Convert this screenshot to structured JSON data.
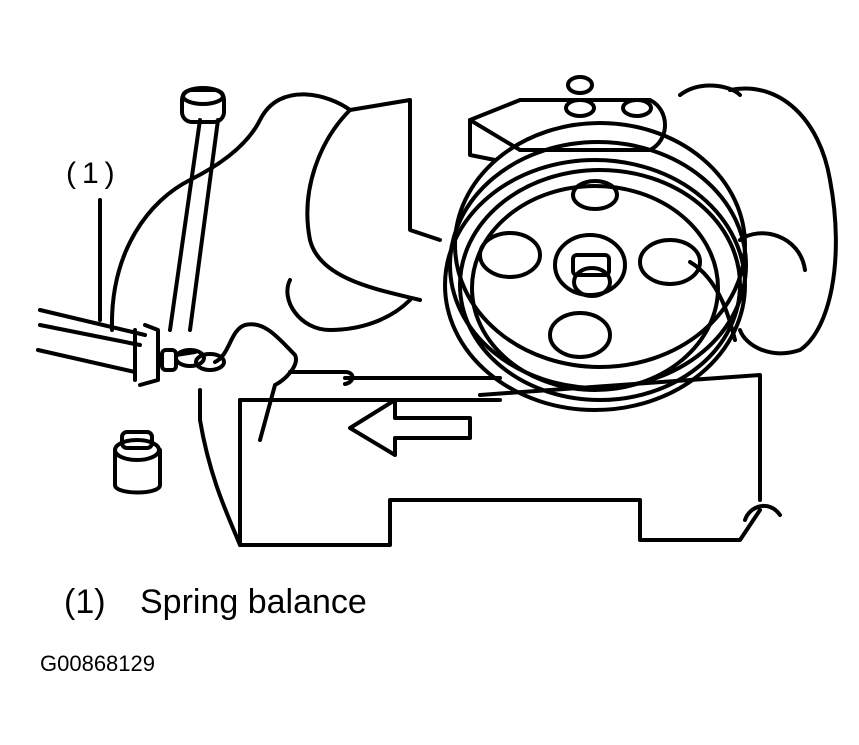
{
  "callout": {
    "number": "(1)"
  },
  "legend": [
    {
      "number": "(1)",
      "text": "Spring balance"
    }
  ],
  "figure_id": "G00868129"
}
